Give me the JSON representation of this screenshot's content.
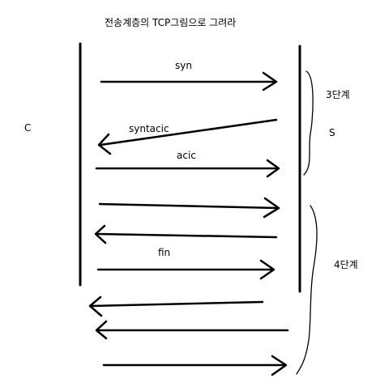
{
  "title": "전송계층의 TCP그림으로 그려라",
  "client_label": "C",
  "server_label": "S",
  "stage3_label": "3단계",
  "stage4_label": "4단계",
  "arrow_labels": {
    "syn": "syn",
    "syntacic": "syntacic",
    "acic": "acic",
    "fin": "fin"
  },
  "colors": {
    "ink": "#000000",
    "background": "#ffffff"
  }
}
